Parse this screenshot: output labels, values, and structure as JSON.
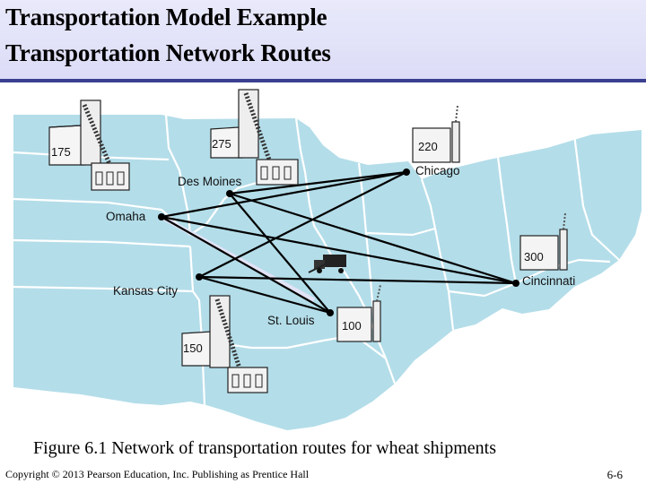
{
  "slide": {
    "title_line1": "Transportation Model Example",
    "title_line2": "Transportation Network Routes",
    "caption": "Figure 6.1   Network of transportation routes for wheat shipments",
    "copyright": "Copyright © 2013 Pearson Education, Inc. Publishing as Prentice Hall",
    "page_number": "6-6"
  },
  "colors": {
    "header_bg": "#e4e4f9",
    "header_rule": "#3a3f8f",
    "land": "#b3dde9",
    "border": "#ffffff",
    "route": "#000000"
  },
  "sources": [
    {
      "city": "Des Moines",
      "supply": "275"
    },
    {
      "city": "Omaha",
      "supply": "175"
    },
    {
      "city": "Kansas City",
      "supply": "150"
    }
  ],
  "destinations": [
    {
      "city": "Chicago",
      "demand": "220"
    },
    {
      "city": "St. Louis",
      "demand": "100"
    },
    {
      "city": "Cincinnati",
      "demand": "300"
    }
  ],
  "routes": [
    [
      "Des Moines",
      "Chicago"
    ],
    [
      "Des Moines",
      "St. Louis"
    ],
    [
      "Des Moines",
      "Cincinnati"
    ],
    [
      "Omaha",
      "Chicago"
    ],
    [
      "Omaha",
      "St. Louis"
    ],
    [
      "Omaha",
      "Cincinnati"
    ],
    [
      "Kansas City",
      "Chicago"
    ],
    [
      "Kansas City",
      "St. Louis"
    ],
    [
      "Kansas City",
      "Cincinnati"
    ]
  ]
}
